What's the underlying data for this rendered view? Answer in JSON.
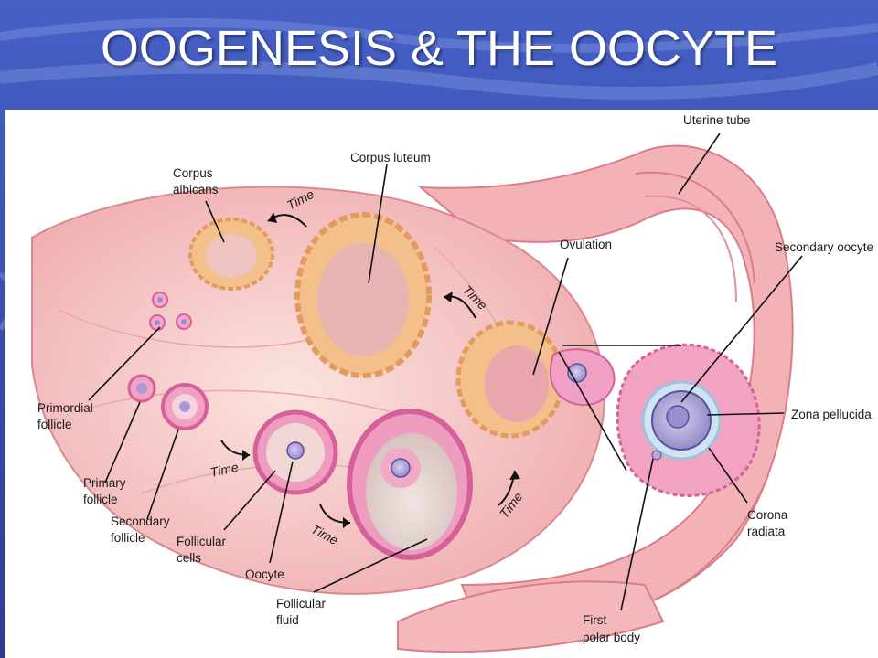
{
  "slide": {
    "title": "OOGENESIS & THE OOCYTE"
  },
  "diagram": {
    "labels": {
      "uterine_tube": "Uterine tube",
      "corpus_luteum": "Corpus luteum",
      "corpus_albicans_1": "Corpus",
      "corpus_albicans_2": "albicans",
      "ovulation": "Ovulation",
      "secondary_oocyte": "Secondary oocyte",
      "zona_pellucida": "Zona pellucida",
      "corona_radiata_1": "Corona",
      "corona_radiata_2": "radiata",
      "primordial_follicle_1": "Primordial",
      "primordial_follicle_2": "follicle",
      "primary_follicle_1": "Primary",
      "primary_follicle_2": "follicle",
      "secondary_follicle_1": "Secondary",
      "secondary_follicle_2": "follicle",
      "follicular_cells_1": "Follicular",
      "follicular_cells_2": "cells",
      "oocyte": "Oocyte",
      "follicular_fluid_1": "Follicular",
      "follicular_fluid_2": "fluid",
      "first_polar_body_1": "First",
      "first_polar_body_2": "polar body"
    },
    "time_label": "Time",
    "colors": {
      "ovary": "#f6c9c6",
      "stroma": "#eea6a8",
      "tube": "#f1a3a8",
      "follicle_wall": "#e76d9c",
      "luteal": "#f0b37a",
      "fluid": "#e6d6d0",
      "oocyte": "#b9a8d8"
    }
  }
}
